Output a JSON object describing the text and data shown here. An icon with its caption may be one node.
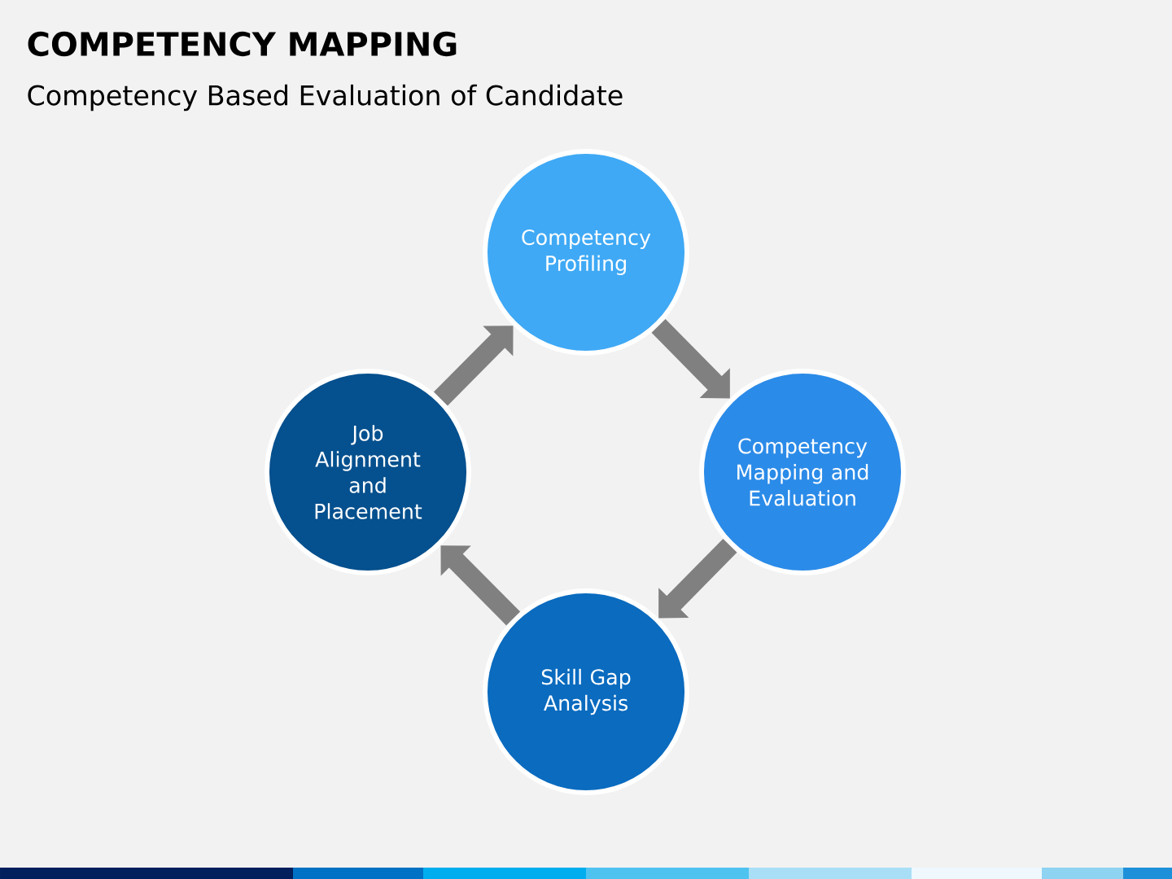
{
  "diagram": {
    "title": "COMPETENCY MAPPING",
    "nodes": [
      {
        "text": [
          "Competency Profiling"
        ]
      },
      {
        "text": [
          "Competency Mapping and Evaluation"
        ]
      },
      {
        "text": [
          "Skill Gap Analysis"
        ]
      },
      {
        "text": [
          "Job Alignment and Placement"
        ]
      }
    ],
    "edges": [
      {
        "from": 0,
        "to": 1,
        "arrow": "to"
      },
      {
        "from": 1,
        "to": 2,
        "arrow": "to"
      },
      {
        "from": 2,
        "to": 3,
        "arrow": "to"
      },
      {
        "from": 3,
        "to": 0,
        "arrow": "to"
      }
    ],
    "labels": [
      "Competency Based Evaluation of Candidate"
    ]
  }
}
